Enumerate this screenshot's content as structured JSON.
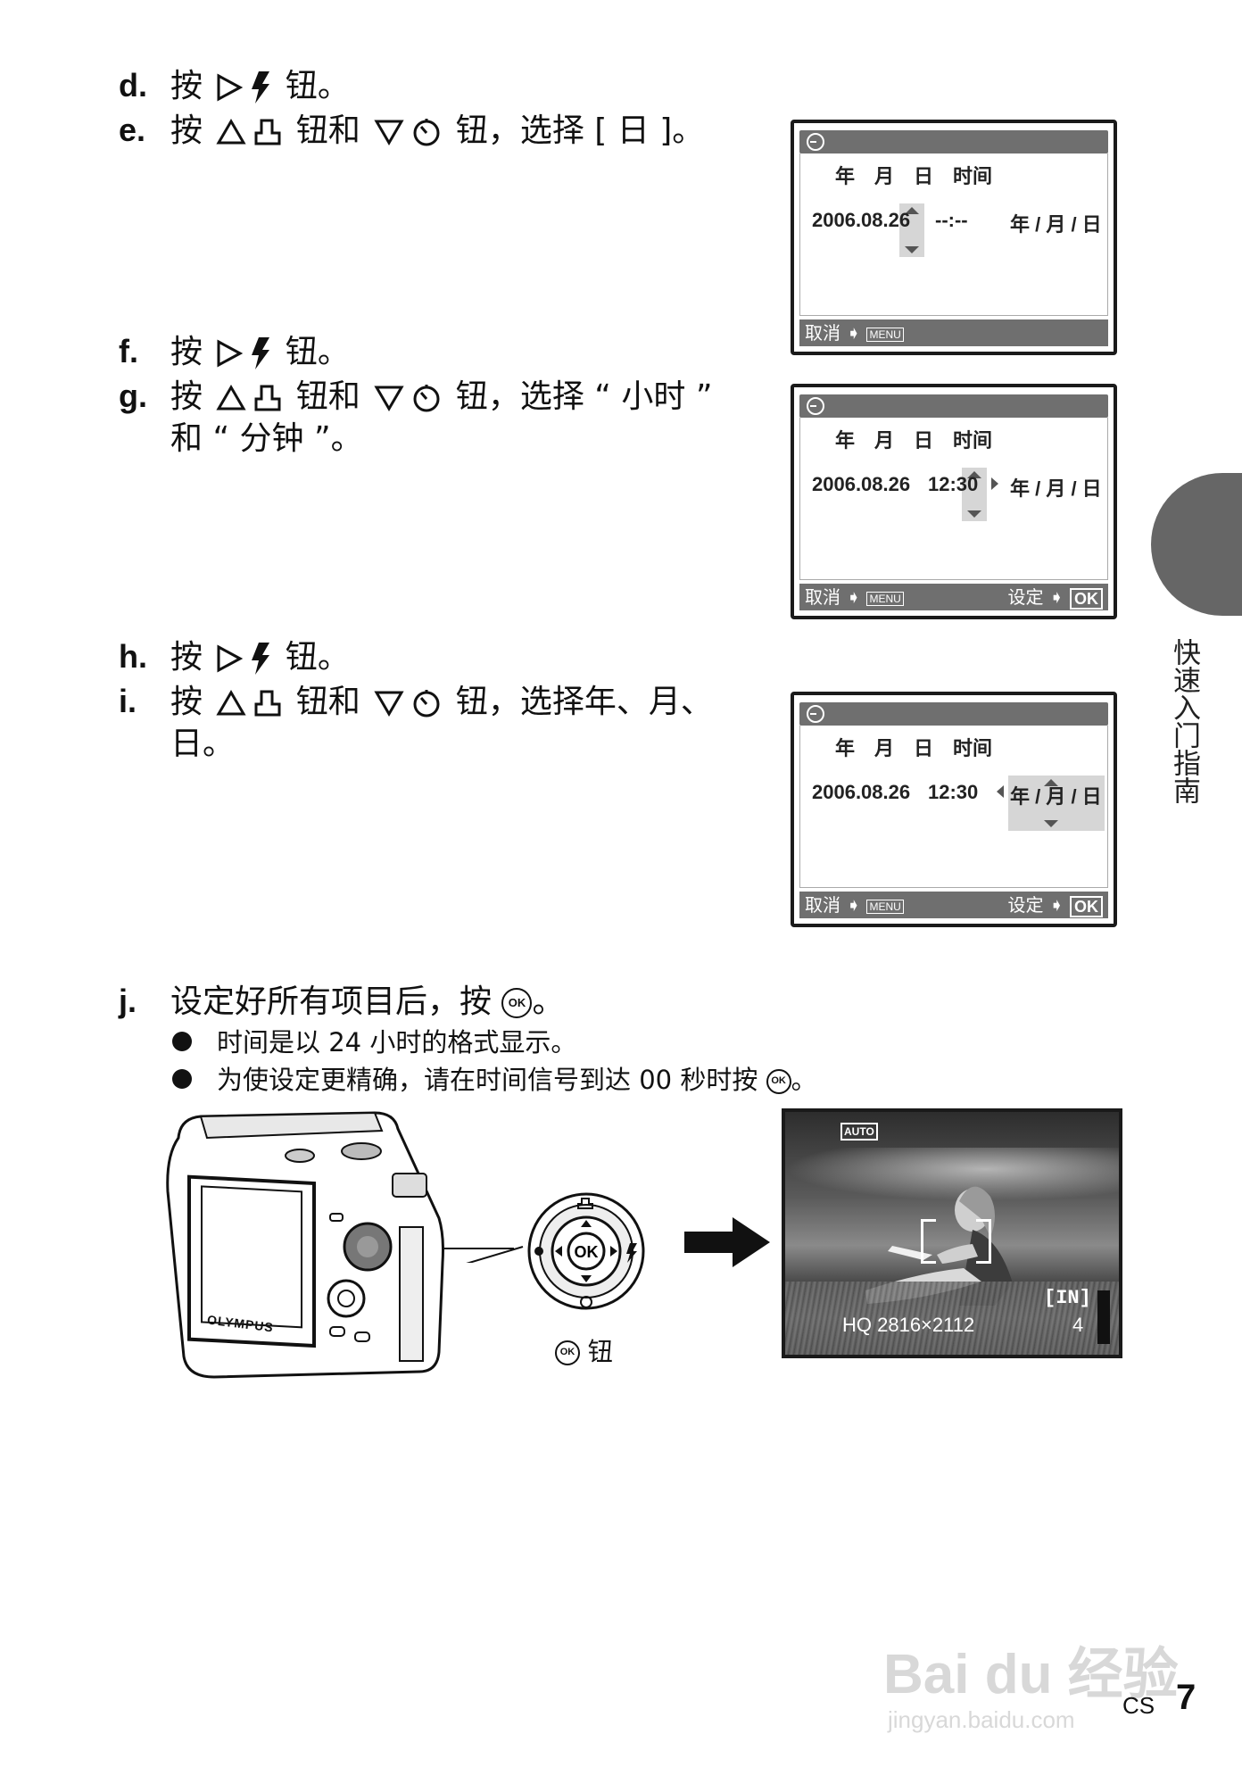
{
  "steps": {
    "d": {
      "label": "d.",
      "text_a": "按",
      "text_b": "钮。"
    },
    "e": {
      "label": "e.",
      "text_a": "按",
      "text_b": "钮和",
      "text_c": "钮，选择 [ 日 ]。"
    },
    "f": {
      "label": "f.",
      "text_a": "按",
      "text_b": "钮。"
    },
    "g": {
      "label": "g.",
      "text_a": "按",
      "text_b": "钮和",
      "text_c": "钮，选择 “ 小时 ”",
      "text_d": "和 “ 分钟 ”。"
    },
    "h": {
      "label": "h.",
      "text_a": "按",
      "text_b": "钮。"
    },
    "i": {
      "label": "i.",
      "text_a": "按",
      "text_b": "钮和",
      "text_c": "钮，选择年、月、",
      "text_d": "日。"
    },
    "j": {
      "label": "j.",
      "text_a": "设定好所有项目后，按",
      "text_b": "。"
    }
  },
  "bullets": {
    "b1": "时间是以 24 小时的格式显示。",
    "b2_a": "为使设定更精确，请在时间信号到达 00 秒时按",
    "b2_b": "。"
  },
  "screens": {
    "s1": {
      "header": "年　月　日　时间",
      "date": "2006.08.26",
      "time": "--:--",
      "format": "年 / 月 / 日",
      "cancel": "取消",
      "menu": "MENU"
    },
    "s2": {
      "header": "年　月　日　时间",
      "date": "2006.08.26",
      "time": "12:30",
      "format": "年 / 月 / 日",
      "cancel": "取消",
      "menu": "MENU",
      "set": "设定",
      "ok": "OK"
    },
    "s3": {
      "header": "年　月　日　时间",
      "date": "2006.08.26",
      "time": "12:30",
      "format": "年 / 月 / 日",
      "cancel": "取消",
      "menu": "MENU",
      "set": "设定",
      "ok": "OK"
    }
  },
  "camera": {
    "brand": "OLYMPUS",
    "ok_text": "OK",
    "button_caption": "钮"
  },
  "photo": {
    "mode": "AUTO",
    "memory": "[IN]",
    "quality": "HQ 2816×2112",
    "shots": "4"
  },
  "sidebar": {
    "section": "快速入门指南"
  },
  "footer": {
    "lang": "CS",
    "page": "7"
  },
  "watermark": {
    "site": "jingyan.baidu.com",
    "brand": "Bai du 经验"
  }
}
